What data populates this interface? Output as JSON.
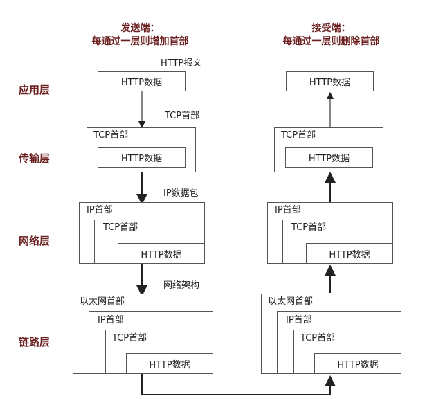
{
  "headers": {
    "sender_title": "发送端：",
    "sender_subtitle": "每通过一层则增加首部",
    "receiver_title": "接受端：",
    "receiver_subtitle": "每通过一层则删除首部"
  },
  "layers": {
    "application": "应用层",
    "transport": "传输层",
    "network": "网络层",
    "link": "链路层"
  },
  "annotations": {
    "http_message": "HTTP报文",
    "tcp_header": "TCP首部",
    "ip_packet": "IP数据包",
    "network_frame": "网络架构"
  },
  "boxes": {
    "http_data": "HTTP数据",
    "tcp_header": "TCP首部",
    "ip_header": "IP首部",
    "ethernet_header": "以太网首部"
  }
}
